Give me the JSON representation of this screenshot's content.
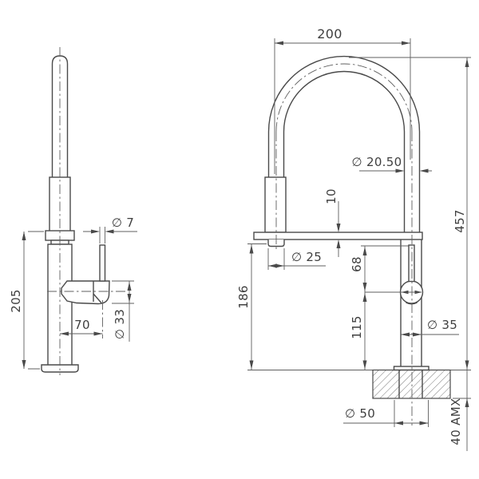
{
  "colors": {
    "background": "#ffffff",
    "line": "#4a4a4a",
    "dimension_line": "#5f5f5f",
    "text": "#3f3f3f"
  },
  "side_view": {
    "height": "205",
    "handle_offset": "70",
    "lever_diameter": "∅ 7",
    "handle_diameter": "∅ 33"
  },
  "front_view": {
    "spout_span": "200",
    "overall_height": "457",
    "hose_diameter": "∅ 20.50",
    "deck_thickness": "10",
    "nozzle_diameter": "∅ 25",
    "nozzle_clearance": "186",
    "lever_length": "68",
    "handle_height": "115",
    "body_diameter": "∅ 35",
    "base_diameter": "∅ 50",
    "bench_thickness_max": "40 AMX"
  }
}
